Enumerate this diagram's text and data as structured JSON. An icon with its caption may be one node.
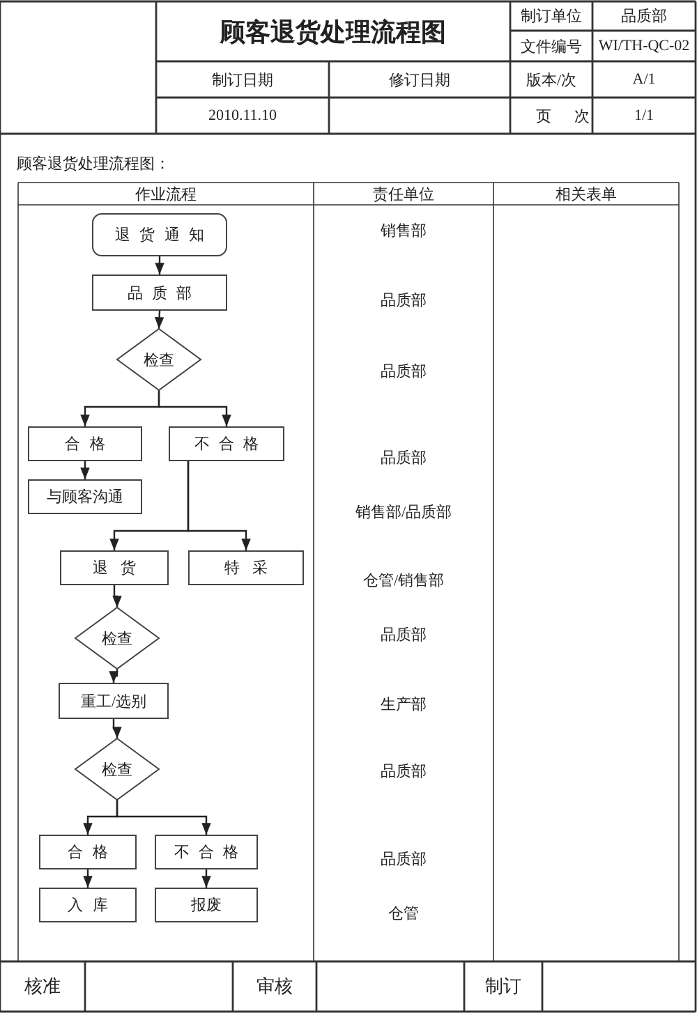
{
  "diagram": {
    "title": "顾客退货处理流程图",
    "nodes": [
      {
        "text": [
          "退货通知"
        ]
      },
      {
        "text": [
          "品质部"
        ]
      },
      {
        "text": [
          "检查"
        ]
      },
      {
        "text": [
          "合格"
        ]
      },
      {
        "text": [
          "不合格"
        ]
      },
      {
        "text": [
          "与顾客沟通"
        ]
      },
      {
        "text": [
          "退货"
        ]
      },
      {
        "text": [
          "特采"
        ]
      },
      {
        "text": [
          "检查"
        ]
      },
      {
        "text": [
          "重工/选别"
        ]
      },
      {
        "text": [
          "检查"
        ]
      },
      {
        "text": [
          "合格"
        ]
      },
      {
        "text": [
          "不合格"
        ]
      },
      {
        "text": [
          "入库"
        ]
      },
      {
        "text": [
          "报废"
        ]
      }
    ],
    "edges": [
      {
        "from": 0,
        "to": 1,
        "arrow": "to"
      },
      {
        "from": 1,
        "to": 2,
        "arrow": "to"
      },
      {
        "from": 2,
        "to": 3,
        "arrow": "to"
      },
      {
        "from": 2,
        "to": 4,
        "arrow": "to"
      },
      {
        "from": 3,
        "to": 5,
        "arrow": "to"
      },
      {
        "from": 4,
        "to": 6,
        "arrow": "to"
      },
      {
        "from": 4,
        "to": 7,
        "arrow": "to"
      },
      {
        "from": 6,
        "to": 8,
        "arrow": "to"
      },
      {
        "from": 8,
        "to": 9,
        "arrow": "to"
      },
      {
        "from": 9,
        "to": 10,
        "arrow": "to"
      },
      {
        "from": 10,
        "to": 11,
        "arrow": "to"
      },
      {
        "from": 10,
        "to": 12,
        "arrow": "to"
      },
      {
        "from": 11,
        "to": 13,
        "arrow": "to"
      },
      {
        "from": 12,
        "to": 14,
        "arrow": "to"
      }
    ],
    "labels": [
      "制订单位",
      "品质部",
      "文件编号",
      "WI/TH-QC-02",
      "制订日期",
      "修订日期",
      "版本/次",
      "A/1",
      "2010.11.10",
      "页次",
      "1/1",
      "顾客退货处理流程图：",
      "作业流程",
      "责任单位",
      "相关表单",
      "销售部",
      "品质部",
      "品质部",
      "品质部",
      "销售部/品质部",
      "仓管/销售部",
      "品质部",
      "生产部",
      "品质部",
      "品质部",
      "仓管",
      "核准",
      "审核",
      "制订"
    ]
  }
}
